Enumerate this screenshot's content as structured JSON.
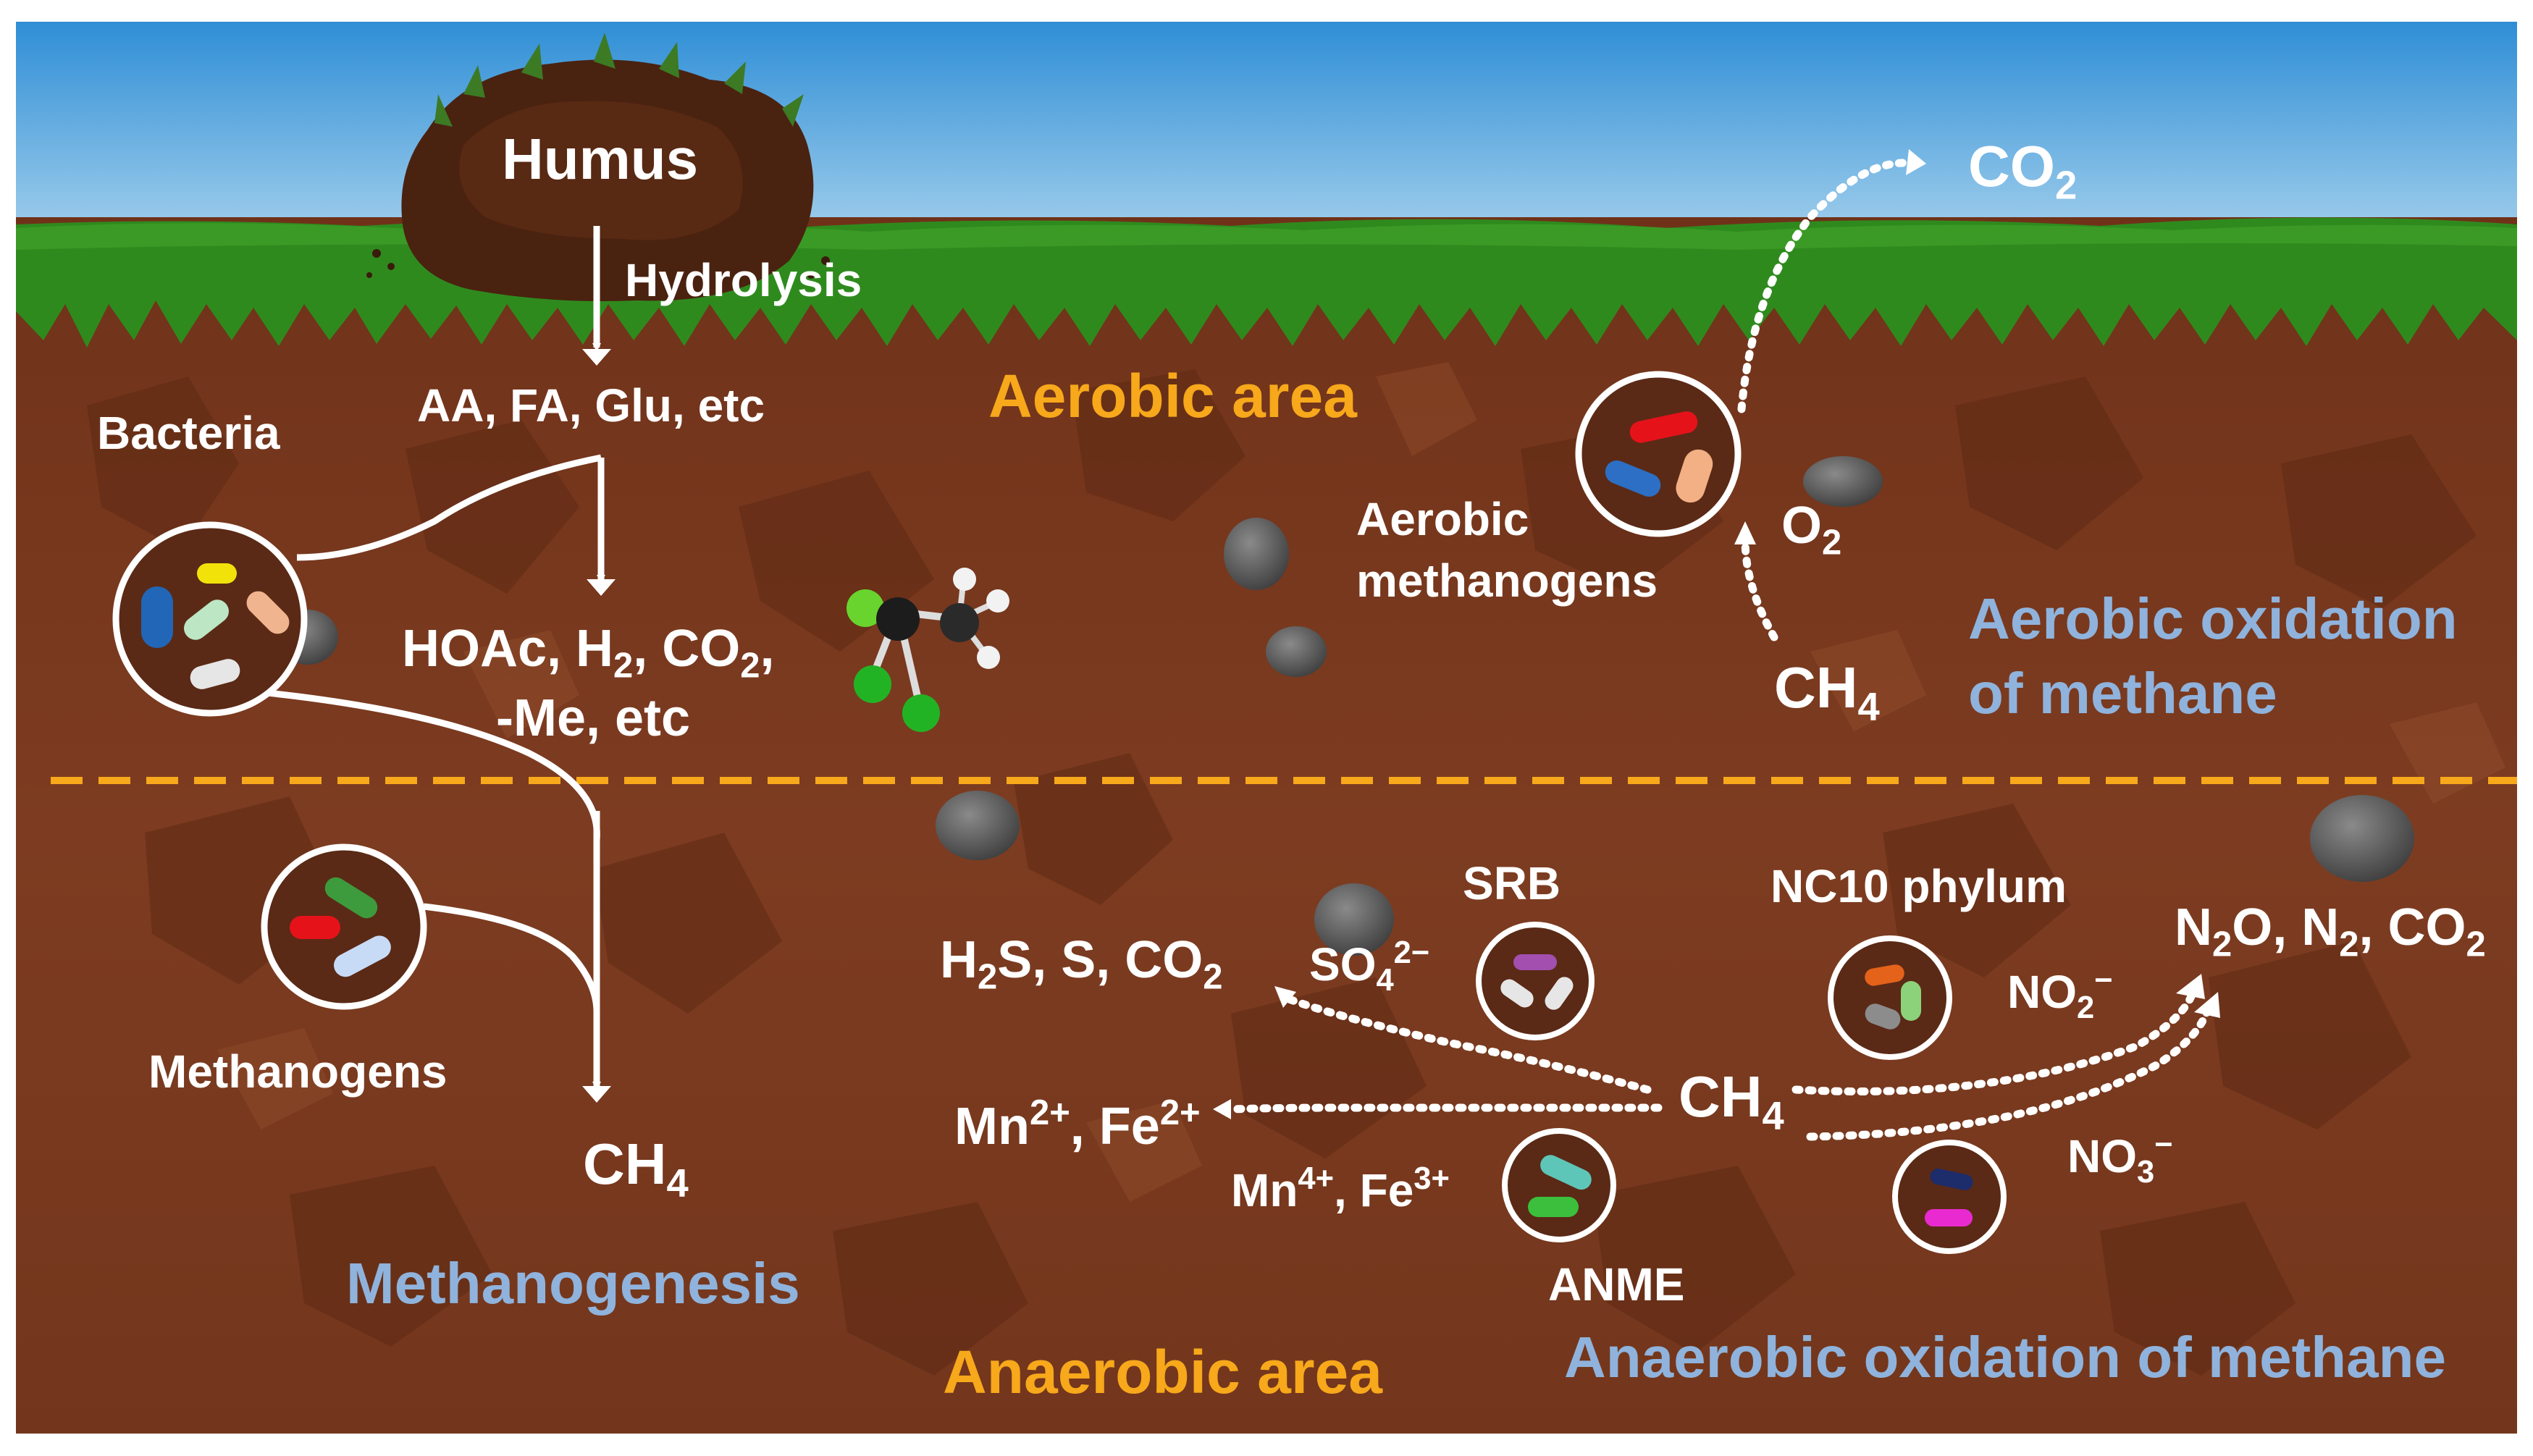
{
  "surface": {
    "humus": "Humus",
    "hydrolysis": "Hydrolysis"
  },
  "aerobic": {
    "hydrolysis_products": "AA, FA, Glu, etc",
    "bacteria": "Bacteria",
    "fermentation_line1": {
      "a": "HOAc, H",
      "a_sub": "2",
      "b": ", CO",
      "b_sub": "2",
      "c": ","
    },
    "fermentation_line2": "-Me, etc",
    "area_label": "Aerobic area",
    "aerobic_methanogens_line1": "Aerobic",
    "aerobic_methanogens_line2": "methanogens",
    "co2": {
      "base": "CO",
      "sub": "2"
    },
    "o2": {
      "base": "O",
      "sub": "2"
    },
    "ch4": {
      "base": "CH",
      "sub": "4"
    },
    "process_line1": "Aerobic oxidation",
    "process_line2": "of methane"
  },
  "anaerobic": {
    "methanogens": "Methanogens",
    "ch4_product": {
      "base": "CH",
      "sub": "4"
    },
    "methanogenesis": "Methanogenesis",
    "area_label": "Anaerobic area",
    "srb": "SRB",
    "sulfate_products": {
      "a": "H",
      "a_sub": "2",
      "b": "S, S, CO",
      "b_sub": "2"
    },
    "sulfate": {
      "base": "SO",
      "sub": "4",
      "sup": "2−"
    },
    "metal_products": {
      "a": "Mn",
      "a_sup": "2+",
      "b": ", Fe",
      "b_sup": "2+"
    },
    "metal_oxidants": {
      "a": "Mn",
      "a_sup": "4+",
      "b": ", Fe",
      "b_sup": "3+"
    },
    "anme": "ANME",
    "ch4_center": {
      "base": "CH",
      "sub": "4"
    },
    "nc10": "NC10 phylum",
    "nitrite": {
      "base": "NO",
      "sub": "2",
      "sup": "−"
    },
    "nitrate": {
      "base": "NO",
      "sub": "3",
      "sup": "−"
    },
    "nitrogen_products": {
      "a": "N",
      "a_sub": "2",
      "b": "O, N",
      "b_sub": "2",
      "c": ", CO",
      "c_sub": "2"
    },
    "process": "Anaerobic oxidation of methane"
  },
  "icons": [
    "bacteria-cluster-icon",
    "methanogens-cluster-icon",
    "aerobic-methanogens-cluster-icon",
    "srb-cluster-icon",
    "anme-cluster-icon",
    "nc10-cluster-icon",
    "nitrate-reducer-cluster-icon",
    "chloromethane-molecule-icon",
    "humus-icon",
    "grass-icon",
    "stone-icon"
  ],
  "colors": {
    "sky_top": "#2f8ed6",
    "sky_bottom": "#cfe9f5",
    "grass": "#2f8a1e",
    "soil": "#7a3a20",
    "soil_dark": "#5b2816",
    "boundary": "#f7a81b",
    "area_label": "#f7a81b",
    "process_label": "#8fb3dc"
  }
}
